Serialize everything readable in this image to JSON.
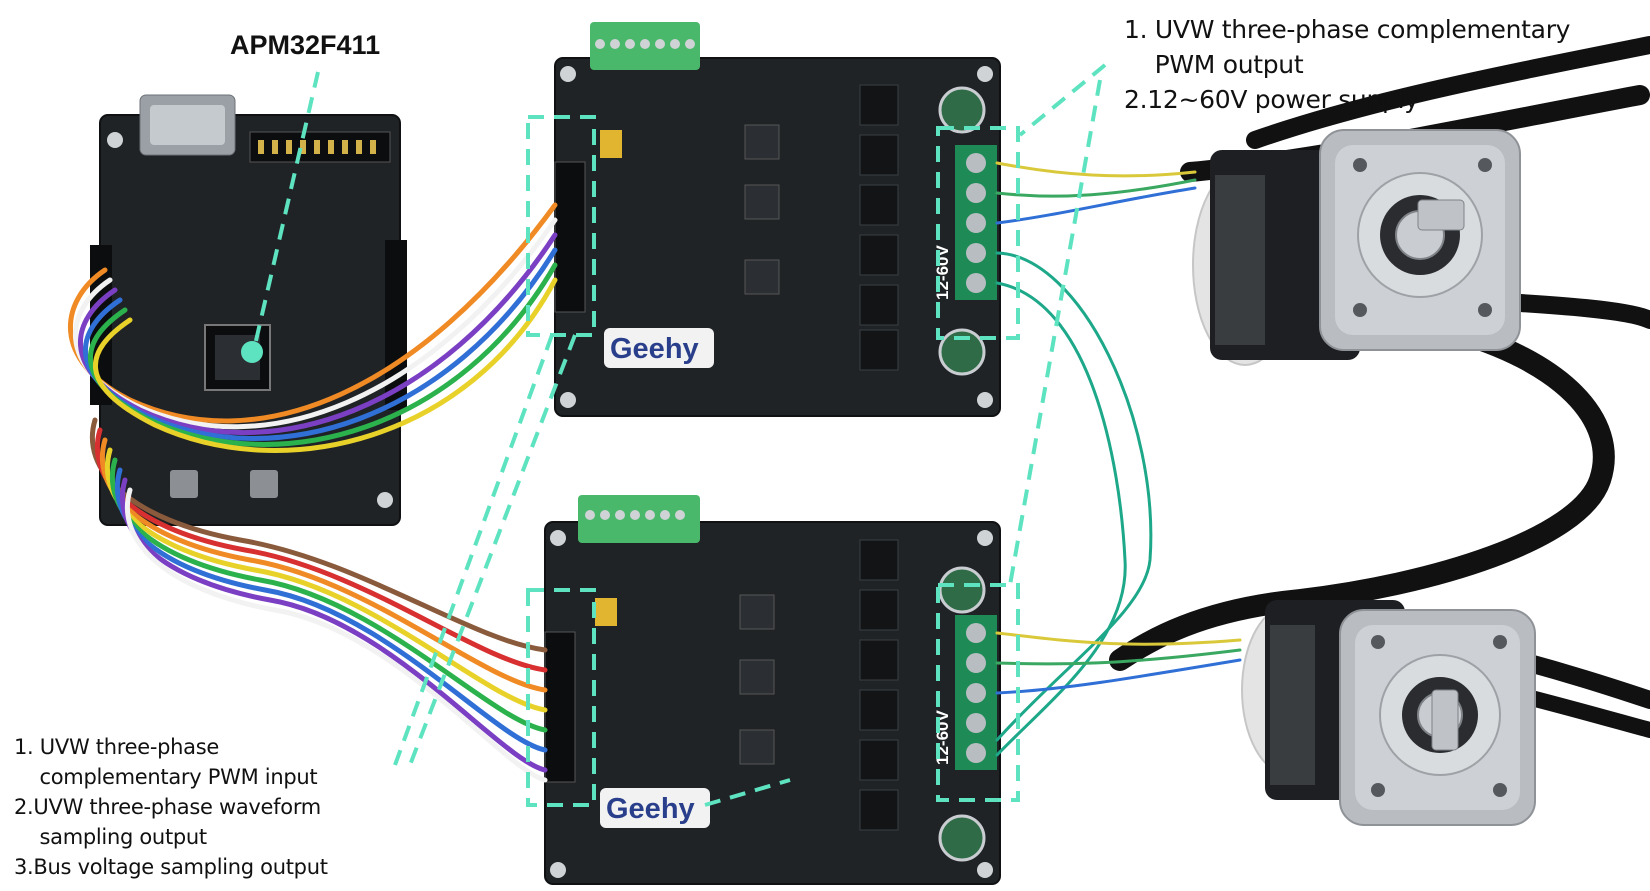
{
  "labels": {
    "mcu_board": "APM32F411",
    "brand_top": "Geehy",
    "brand_bottom": "Geehy",
    "voltage_top": "12-60V",
    "voltage_bottom": "12-60V"
  },
  "annotation_top": {
    "lines": [
      "1. UVW three-phase complementary",
      "    PWM output",
      "2.12~60V power supply"
    ]
  },
  "annotation_bottom": {
    "lines": [
      "1. UVW three-phase",
      "    complementary PWM input",
      "2.UVW three-phase waveform",
      "    sampling output",
      "3.Bus voltage sampling output"
    ]
  },
  "colors": {
    "callout": "#5ee3c0",
    "pcb": "#1f2326",
    "terminal_green": "#1e8a55",
    "cable": "#111111"
  }
}
